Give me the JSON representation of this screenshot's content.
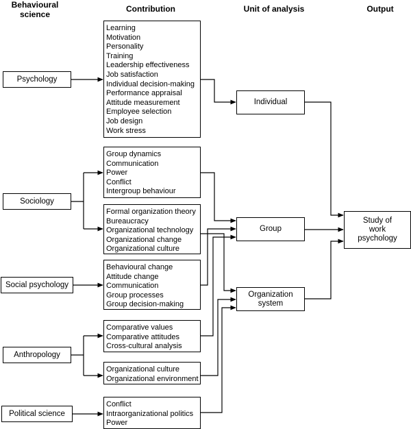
{
  "headers": {
    "science": "Behavioural\nscience",
    "contribution": "Contribution",
    "unit": "Unit of analysis",
    "output": "Output"
  },
  "sciences": {
    "psychology": "Psychology",
    "sociology": "Sociology",
    "social_psychology": "Social psychology",
    "anthropology": "Anthropology",
    "political_science": "Political science"
  },
  "contributions": {
    "psychology": [
      "Learning",
      "Motivation",
      "Personality",
      "Training",
      "Leadership effectiveness",
      "Job satisfaction",
      "Individual decision-making",
      "Performance appraisal",
      "Attitude measurement",
      "Employee selection",
      "Job design",
      "Work stress"
    ],
    "sociology_a": [
      "Group dynamics",
      "Communication",
      "Power",
      "Conflict",
      "Intergroup behaviour"
    ],
    "sociology_b": [
      "Formal organization theory",
      "Bureaucracy",
      "Organizational technology",
      "Organizational change",
      "Organizational culture"
    ],
    "social_psychology": [
      "Behavioural change",
      "Attitude change",
      "Communication",
      "Group processes",
      "Group decision-making"
    ],
    "anthropology_a": [
      "Comparative values",
      "Comparative attitudes",
      "Cross-cultural analysis"
    ],
    "anthropology_b": [
      "Organizational culture",
      "Organizational environment"
    ],
    "political_science": [
      "Conflict",
      "Intraorganizational politics",
      "Power"
    ]
  },
  "units": {
    "individual": "Individual",
    "group": "Group",
    "organization": "Organization\nsystem"
  },
  "output": "Study of\nwork\npsychology"
}
